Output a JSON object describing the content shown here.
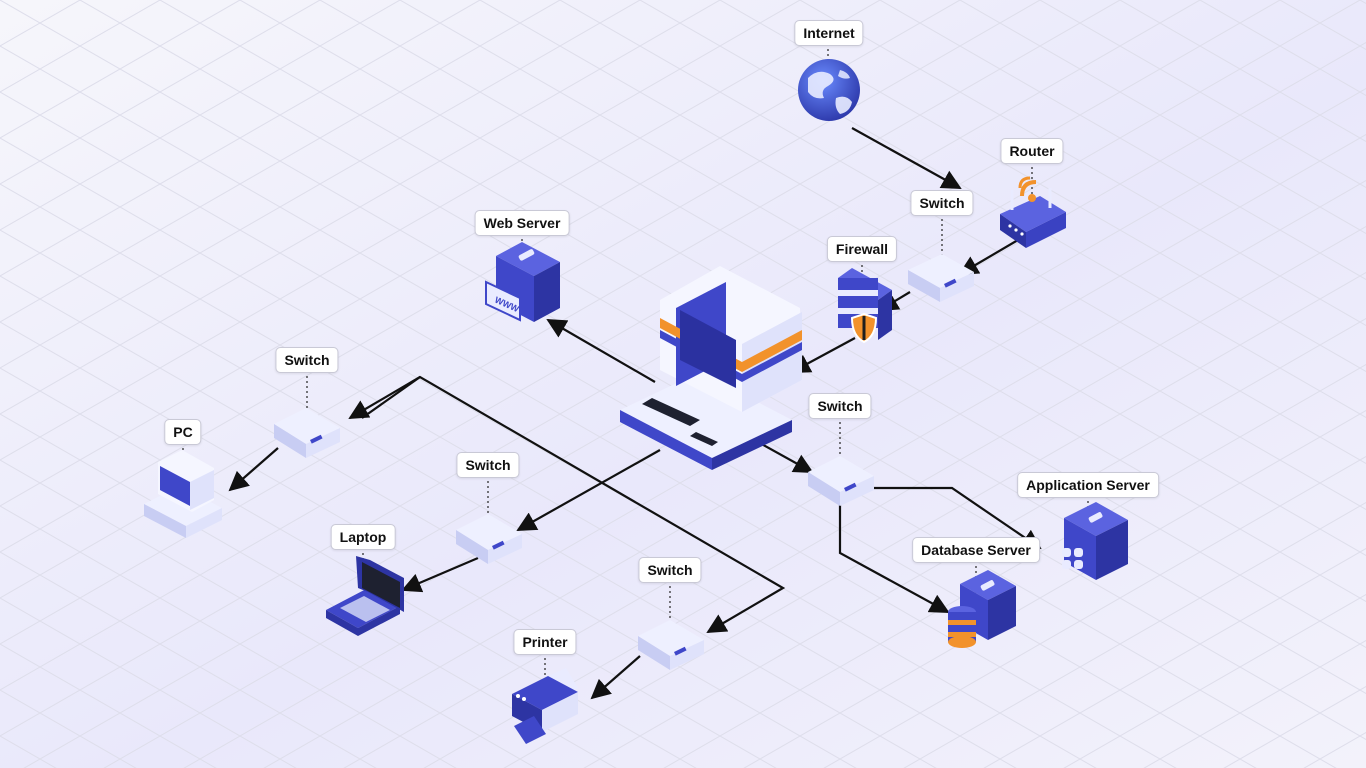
{
  "colors": {
    "background": "#f3f2fb",
    "grid": "#dcdcea",
    "device_primary": "#3f47c9",
    "device_light": "#e9ebff",
    "accent_orange": "#f2922b",
    "connector": "#111111"
  },
  "labels": {
    "internet": "Internet",
    "router": "Router",
    "switch_top": "Switch",
    "firewall": "Firewall",
    "web_server": "Web Server",
    "switch_left": "Switch",
    "pc": "PC",
    "switch_mid": "Switch",
    "laptop": "Laptop",
    "switch_bottom": "Switch",
    "printer": "Printer",
    "switch_right": "Switch",
    "database_server": "Database Server",
    "application_server": "Application Server"
  },
  "icons": {
    "internet": "globe-icon",
    "router": "router-icon",
    "switch": "network-switch-icon",
    "firewall": "firewall-icon",
    "web_server": "web-server-icon",
    "workstation": "computer-icon",
    "pc": "pc-icon",
    "laptop": "laptop-icon",
    "printer": "printer-icon",
    "database_server": "database-server-icon",
    "application_server": "application-server-icon"
  }
}
